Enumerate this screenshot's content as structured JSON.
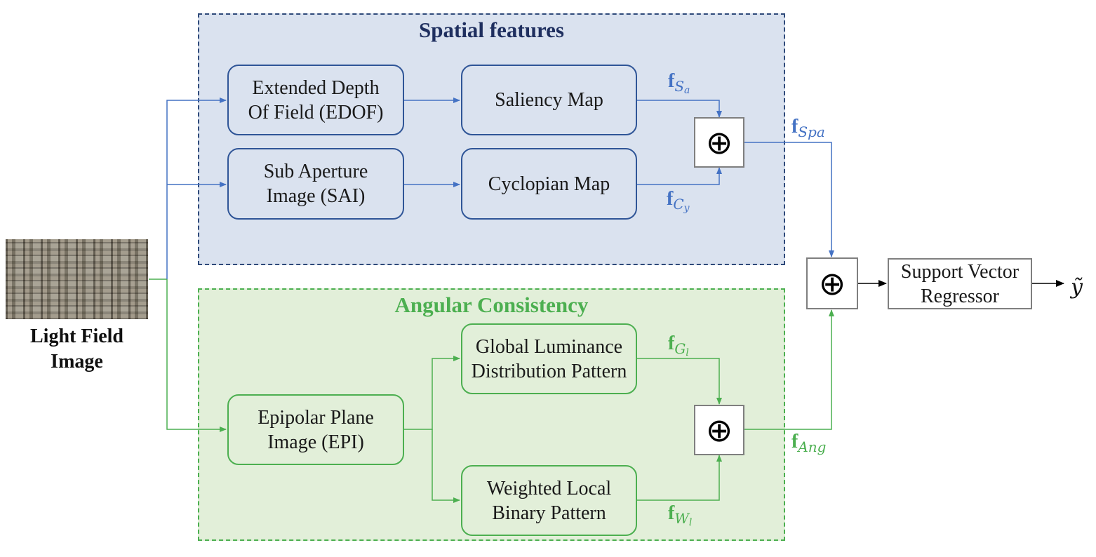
{
  "input": {
    "label": "Light Field\nImage"
  },
  "spatial": {
    "title": "Spatial features",
    "edof": "Extended Depth\nOf Field (EDOF)",
    "sai": "Sub Aperture\nImage (SAI)",
    "saliency": "Saliency Map",
    "cyclopian": "Cyclopian Map",
    "f_sa": {
      "base": "f",
      "sub": "S",
      "subsub": "a"
    },
    "f_cy": {
      "base": "f",
      "sub": "C",
      "subsub": "y"
    },
    "f_spa": {
      "base": "f",
      "sub": "Spa"
    }
  },
  "angular": {
    "title": "Angular Consistency",
    "epi": "Epipolar Plane\nImage (EPI)",
    "gldp": "Global Luminance\nDistribution Pattern",
    "wlbp": "Weighted Local\nBinary Pattern",
    "f_gl": {
      "base": "f",
      "sub": "G",
      "subsub": "l"
    },
    "f_wl": {
      "base": "f",
      "sub": "W",
      "subsub": "l"
    },
    "f_ang": {
      "base": "f",
      "sub": "Ang"
    }
  },
  "sum_symbol": "⊕",
  "svr": "Support Vector\nRegressor",
  "output": "ỹ",
  "colors": {
    "blue_line": "#4472c4",
    "green_line": "#4caf50",
    "dark": "#000000"
  }
}
